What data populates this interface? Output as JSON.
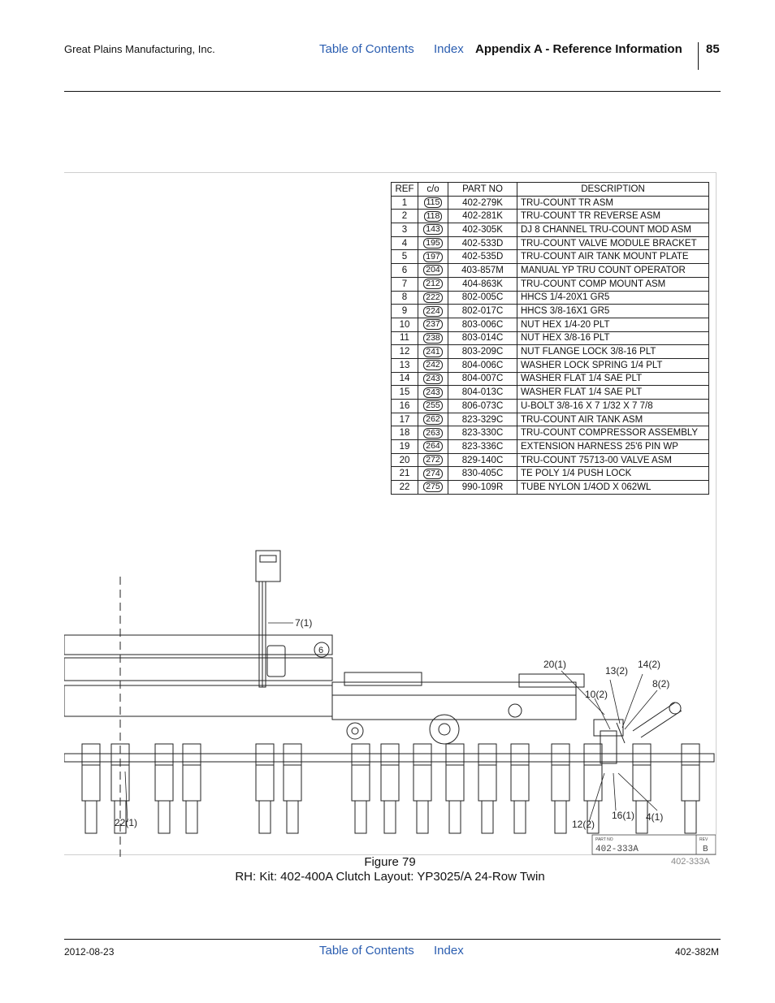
{
  "header": {
    "company": "Great Plains Manufacturing, Inc.",
    "toc_link": "Table of Contents",
    "index_link": "Index",
    "section": "Appendix A - Reference Information",
    "page_number": "85"
  },
  "parts_table": {
    "columns": [
      "REF",
      "c/o",
      "PART NO",
      "DESCRIPTION"
    ],
    "rows": [
      [
        "1",
        "115",
        "402-279K",
        "TRU-COUNT TR ASM"
      ],
      [
        "2",
        "118",
        "402-281K",
        "TRU-COUNT TR REVERSE ASM"
      ],
      [
        "3",
        "143",
        "402-305K",
        "DJ 8 CHANNEL TRU-COUNT MOD ASM"
      ],
      [
        "4",
        "195",
        "402-533D",
        "TRU-COUNT VALVE MODULE BRACKET"
      ],
      [
        "5",
        "197",
        "402-535D",
        "TRU-COUNT AIR TANK MOUNT PLATE"
      ],
      [
        "6",
        "204",
        "403-857M",
        "MANUAL YP TRU COUNT OPERATOR"
      ],
      [
        "7",
        "212",
        "404-863K",
        "TRU-COUNT COMP MOUNT ASM"
      ],
      [
        "8",
        "222",
        "802-005C",
        "HHCS 1/4-20X1 GR5"
      ],
      [
        "9",
        "224",
        "802-017C",
        "HHCS 3/8-16X1 GR5"
      ],
      [
        "10",
        "237",
        "803-006C",
        "NUT HEX 1/4-20 PLT"
      ],
      [
        "11",
        "238",
        "803-014C",
        "NUT HEX 3/8-16 PLT"
      ],
      [
        "12",
        "241",
        "803-209C",
        "NUT FLANGE LOCK 3/8-16 PLT"
      ],
      [
        "13",
        "242",
        "804-006C",
        "WASHER LOCK SPRING 1/4 PLT"
      ],
      [
        "14",
        "243",
        "804-007C",
        "WASHER FLAT 1/4 SAE PLT"
      ],
      [
        "15",
        "243",
        "804-013C",
        "WASHER FLAT 1/4 SAE PLT"
      ],
      [
        "16",
        "255",
        "806-073C",
        "U-BOLT 3/8-16 X 7 1/32 X 7 7/8"
      ],
      [
        "17",
        "262",
        "823-329C",
        "TRU-COUNT AIR TANK ASM"
      ],
      [
        "18",
        "263",
        "823-330C",
        "TRU-COUNT COMPRESSOR ASSEMBLY"
      ],
      [
        "19",
        "264",
        "823-336C",
        "EXTENSION HARNESS 25'6 PIN WP"
      ],
      [
        "20",
        "272",
        "829-140C",
        "TRU-COUNT 75713-00 VALVE ASM"
      ],
      [
        "21",
        "274",
        "830-405C",
        "TE POLY 1/4 PUSH LOCK"
      ],
      [
        "22",
        "275",
        "990-109R",
        "TUBE NYLON 1/4OD X 062WL"
      ]
    ]
  },
  "drawing": {
    "callouts": [
      "7(1)",
      "20(1)",
      "13(2)",
      "14(2)",
      "8(2)",
      "10(2)",
      "22(1)",
      "16(1)",
      "4(1)",
      "12(2)"
    ],
    "view_marker": "6",
    "title_block": {
      "part_label": "PART NO",
      "rev_label": "REV",
      "part_no": "402-333A",
      "rev": "B"
    }
  },
  "figure": {
    "number": "Figure 79",
    "title": "RH: Kit: 402-400A Clutch Layout: YP3025/A 24-Row Twin",
    "image_id": "402-333A"
  },
  "footer": {
    "date": "2012-08-23",
    "toc_link": "Table of Contents",
    "index_link": "Index",
    "doc_number": "402-382M"
  }
}
